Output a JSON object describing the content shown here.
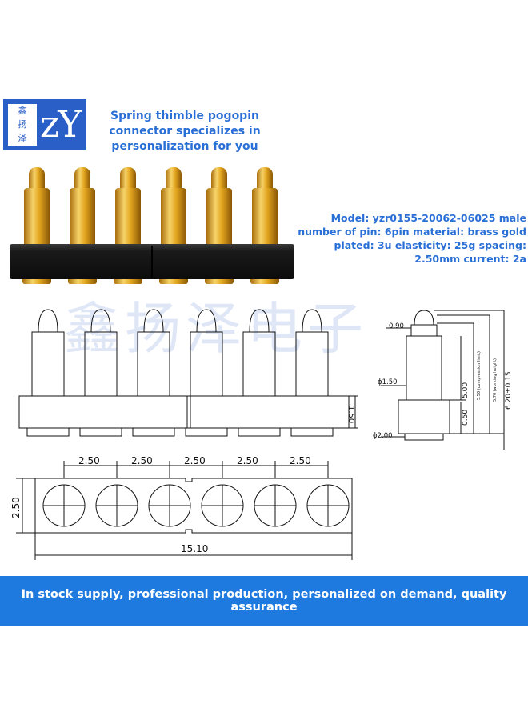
{
  "brand": {
    "chinese_name": [
      "鑫",
      "扬",
      "泽"
    ],
    "letters": "zY",
    "watermark": "鑫扬泽电子"
  },
  "headline": "Spring thimble pogopin connector specializes in personalization for you",
  "specs": "Model: yzr0155-20062-06025 male number of pin: 6pin material: brass gold plated: 3u elasticity: 25g spacing: 2.50mm current: 2a",
  "drawing": {
    "front_height": "1.50",
    "pitch_labels": [
      "2.50",
      "2.50",
      "2.50",
      "2.50",
      "2.50"
    ],
    "depth": "2.50",
    "total_length": "15.10",
    "side": {
      "tip": "0.90",
      "pin_dia": "ϕ1.50",
      "base_dia": "ϕ2.00",
      "length_500": "5.00",
      "base_050": "0.50",
      "compression": "5.50 (compression limit)",
      "working": "5.70 (working height)",
      "overall": "6.20±0.15"
    }
  },
  "banner": "In stock supply, professional production, personalized on demand, quality assurance",
  "colors": {
    "accent": "#2a6fd6",
    "banner": "#1f7ae0",
    "gold": "#e0a81c",
    "housing": "#1c1c1c"
  }
}
